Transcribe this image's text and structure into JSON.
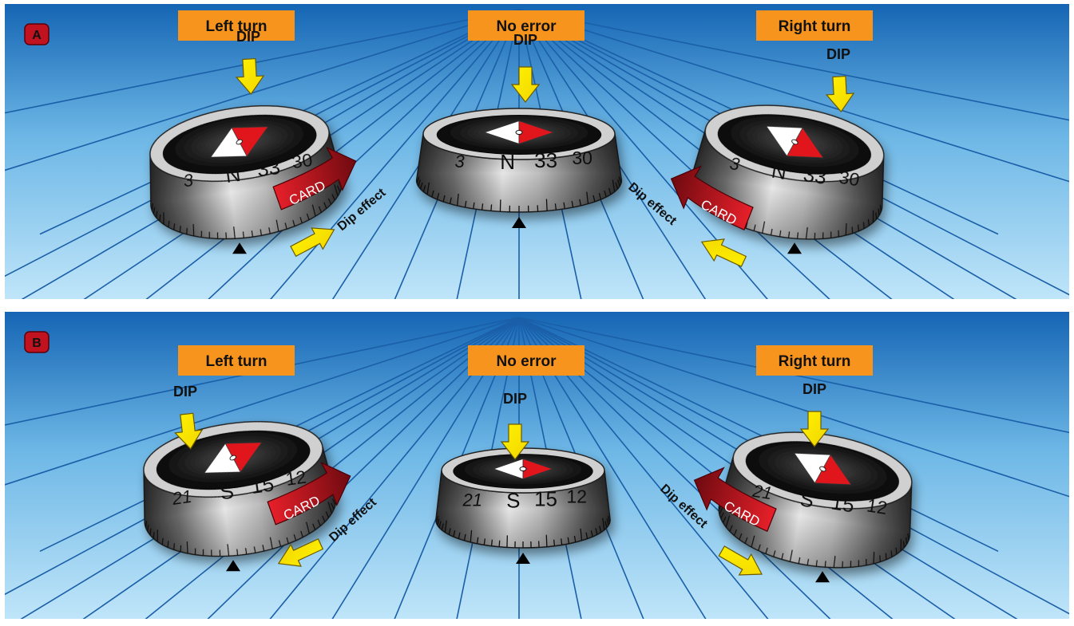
{
  "panels": [
    {
      "badge": "A",
      "headings": {
        "left": "Left turn",
        "center": "No error",
        "right": "Right turn"
      },
      "compasses": [
        {
          "dip": "DIP",
          "cardinal": "N",
          "num_left": "3",
          "num_mid": "33",
          "num_right": "30",
          "card_label": "CARD",
          "dip_effect": "Dip effect"
        },
        {
          "dip": "DIP",
          "cardinal": "N",
          "num_left": "3",
          "num_mid": "33",
          "num_right": "30"
        },
        {
          "dip": "DIP",
          "cardinal": "N",
          "num_left": "3",
          "num_mid": "33",
          "num_right": "30",
          "card_label": "CARD",
          "dip_effect": "Dip effect"
        }
      ]
    },
    {
      "badge": "B",
      "headings": {
        "left": "Left turn",
        "center": "No error",
        "right": "Right turn"
      },
      "compasses": [
        {
          "dip": "DIP",
          "cardinal": "S",
          "num_left": "21",
          "num_mid": "15",
          "num_right": "12",
          "card_label": "CARD",
          "dip_effect": "Dip effect"
        },
        {
          "dip": "DIP",
          "cardinal": "S",
          "num_left": "21",
          "num_mid": "15",
          "num_right": "12"
        },
        {
          "dip": "DIP",
          "cardinal": "S",
          "num_left": "21",
          "num_mid": "15",
          "num_right": "12",
          "card_label": "CARD",
          "dip_effect": "Dip effect"
        }
      ]
    }
  ],
  "colors": {
    "sky_top": "#1565b4",
    "sky_bottom": "#b8e2f8",
    "heading_box": "#f7941d",
    "badge": "#c1121f",
    "dip_arrow": "#fff200",
    "card_arrow": "#c8102e",
    "needle_red": "#e0141e"
  }
}
